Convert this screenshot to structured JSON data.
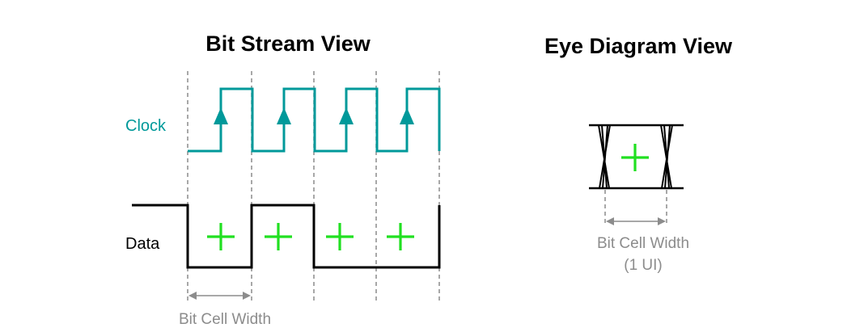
{
  "left_panel": {
    "title": "Bit Stream View",
    "clock_label": "Clock",
    "data_label": "Data",
    "width_label": "Bit Cell Width"
  },
  "right_panel": {
    "title": "Eye Diagram View",
    "width_label_line1": "Bit Cell Width",
    "width_label_line2": "(1 UI)"
  },
  "colors": {
    "clock": "#00999a",
    "data": "#000000",
    "marker": "#21e021",
    "guide": "#8c8c8c"
  },
  "bit_cells": 4
}
